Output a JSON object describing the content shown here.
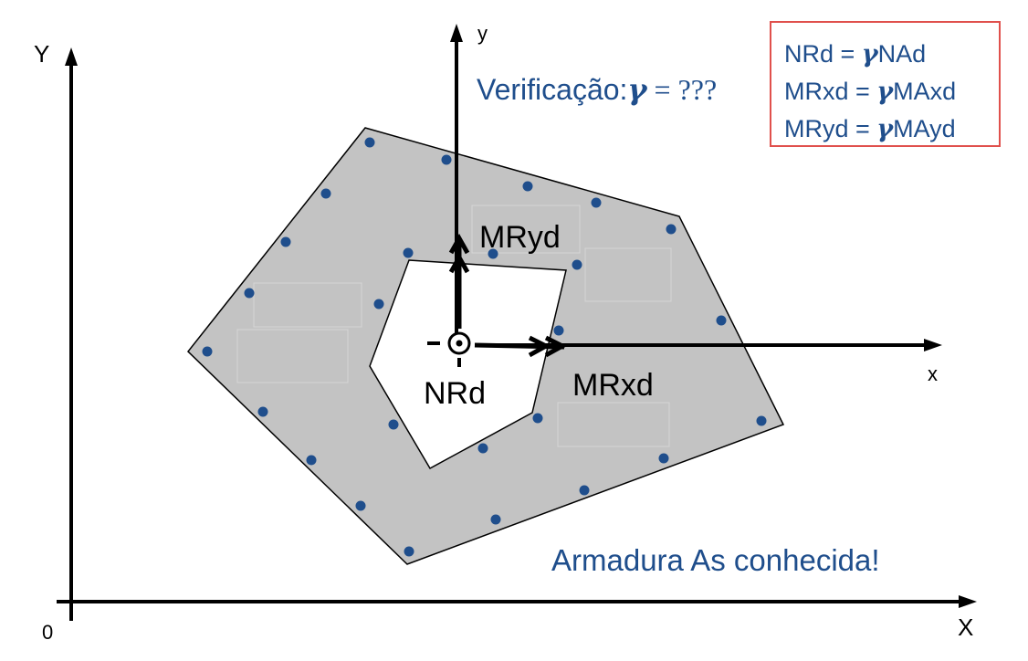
{
  "axes": {
    "global_y": "Y",
    "global_x": "X",
    "origin": "0",
    "local_y": "y",
    "local_x": "x"
  },
  "labels": {
    "mryd": "MRyd",
    "mrxd": "MRxd",
    "nrd": "NRd"
  },
  "verification": {
    "prefix": "Verificação:",
    "gamma": "γ",
    "equals": " = ",
    "unknown": "???"
  },
  "equations": [
    {
      "left": "NRd = ",
      "gamma": "γ",
      "right": "NAd"
    },
    {
      "left": "MRxd = ",
      "gamma": "γ",
      "right": "MAxd"
    },
    {
      "left": "MRyd = ",
      "gamma": "γ",
      "right": "MAyd"
    }
  ],
  "note": "Armadura As conhecida!",
  "colors": {
    "section_fill": "#c3c3c3",
    "rebar": "#1f4e8c",
    "text_blue": "#1f4e8c",
    "box_border": "#e0504c"
  }
}
